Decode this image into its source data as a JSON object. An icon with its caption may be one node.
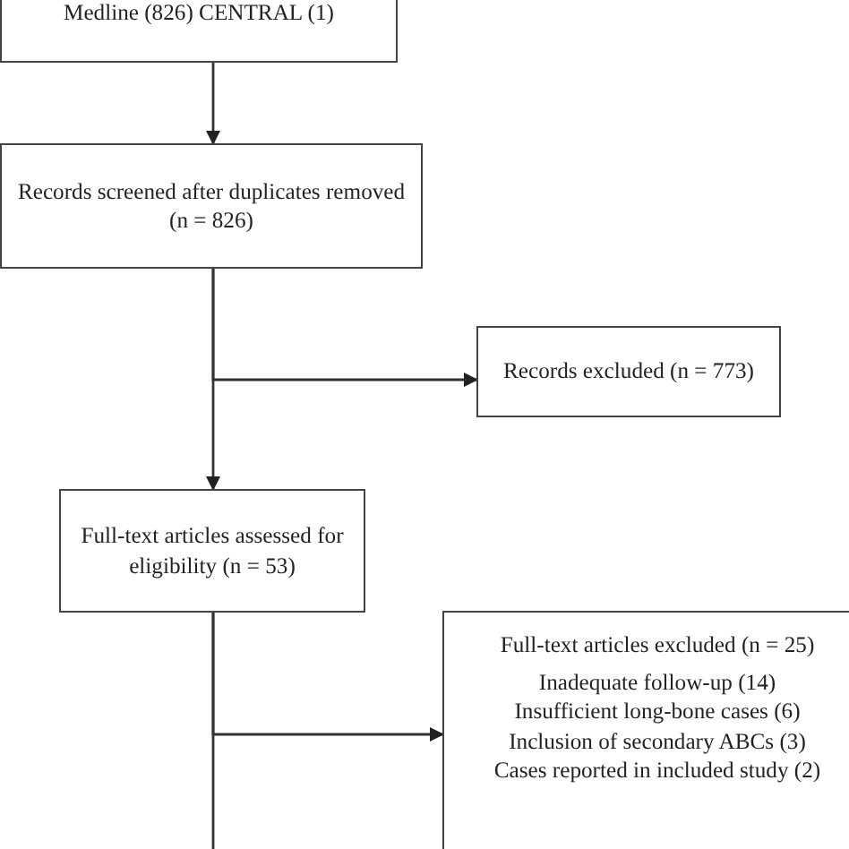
{
  "diagram": {
    "nodes": [
      {
        "text": [
          "Medline (826) CENTRAL (1)"
        ]
      },
      {
        "text": [
          "Records screened after duplicates removed (n = 826)"
        ]
      },
      {
        "text": [
          "Records excluded (n = 773)"
        ]
      },
      {
        "text": [
          "Full-text articles assessed for eligibility (n = 53)"
        ]
      },
      {
        "text": [
          "Full-text articles excluded (n = 25)",
          "Inadequate follow-up (14)",
          "Insufficient long-bone cases (6)",
          "Inclusion of secondary ABCs (3)",
          "Cases reported in included study (2)"
        ]
      }
    ],
    "edges": [
      {
        "from": 0,
        "to": 1,
        "arrow": "to"
      },
      {
        "from": 1,
        "to": 2,
        "arrow": "to"
      },
      {
        "from": 1,
        "to": 3,
        "arrow": "to"
      },
      {
        "from": 3,
        "to": 4,
        "arrow": "to"
      },
      {
        "from": 3,
        "to": null,
        "arrow": "none"
      }
    ]
  }
}
